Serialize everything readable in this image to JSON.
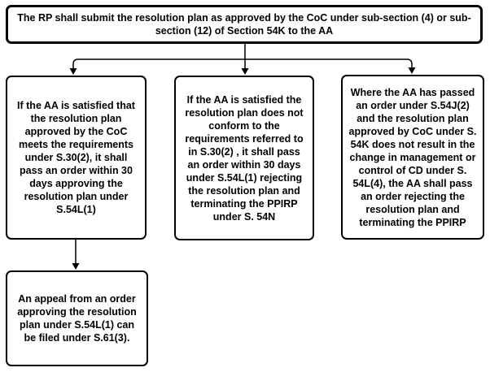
{
  "diagram": {
    "background": "#ffffff",
    "border_color": "#000000",
    "text_color": "#000000",
    "connector_color": "#000000",
    "nodes": {
      "top": "The RP shall submit the resolution plan as approved by the CoC under sub-section (4) or sub-section (12) of Section 54K to the AA",
      "approve": "If the AA is satisfied that the resolution plan approved by the CoC meets the requirements under S.30(2), it shall pass an order within 30 days approving the resolution plan under S.54L(1)",
      "reject": "If the AA is satisfied the resolution plan does not conform to the requirements referred to in S.30(2) , it shall pass an order within 30 days under S.54L(1) rejecting the resolution plan and terminating the PPIRP under S. 54N",
      "no_change": "Where the AA has passed an order under S.54J(2) and the resolution plan approved by CoC under S. 54K does not result in the change in management or control of CD under S. 54L(4), the AA shall pass an order rejecting the resolution plan and terminating the PPIRP",
      "appeal": "An appeal from an order approving the resolution plan under S.54L(1) can be filed under S.61(3)."
    }
  }
}
